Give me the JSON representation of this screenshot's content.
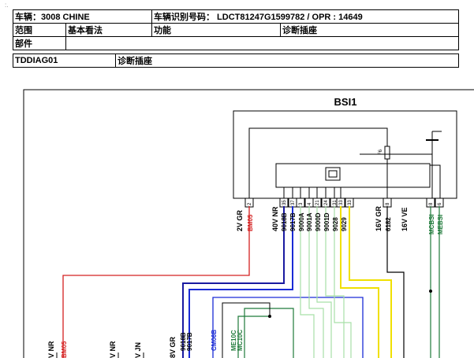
{
  "header": {
    "row1": {
      "vehicle": "车辆：3008 CHINE",
      "vin": "车辆识别号码：  LDCT81247G1599782 / OPR : 14649"
    },
    "row2": {
      "scope_label": "范围",
      "scope_value": "基本看法",
      "function_label": "功能",
      "function_value": "诊断插座"
    },
    "row3": {
      "part_label": "部件"
    },
    "row4": {
      "code": "TDDIAG01",
      "name": "诊断插座"
    }
  },
  "corner_mark": ":.",
  "diagram": {
    "module_title": "BSI1",
    "fuse_label": "F6",
    "top_pins": [
      "2",
      "35",
      "37",
      "3",
      "4",
      "21",
      "24",
      "31",
      "33",
      "8",
      "8",
      "6"
    ],
    "top_wire_labels": {
      "w2vgr": "2V GR",
      "bm05": "BM05",
      "w40vnr": "40V NR",
      "p9018b": "9018B",
      "p9017b": "9017B",
      "p9000a": "9000A",
      "p9001a": "9001A",
      "p9000d": "9000D",
      "p9001d": "9001D",
      "p9028": "9028",
      "p9029": "9029",
      "w16vgr": "16V GR",
      "p6182": "6182",
      "w16vve": "16V VE",
      "mcbsi": "MCBSI",
      "mebsi": "MEBSI"
    },
    "bottom_wire_labels": {
      "vnr1": "V NR",
      "bm05b": "BM05",
      "vnr2": "V NR",
      "vjn": "V JN",
      "w8vgr": "8V GR",
      "p9018b_b": "9018B",
      "p9017b_b": "9017B",
      "cm06b": "CM06B",
      "me10c": "ME10C",
      "mc10c": "MC10C"
    },
    "colors": {
      "red": "#d42020",
      "blue": "#1a2bd6",
      "navy": "#1a1aa0",
      "yellow": "#f0e000",
      "lightgreen": "#a8e0a8",
      "darkgreen": "#1f7a3a",
      "black": "#000000",
      "grey": "#888888"
    }
  }
}
